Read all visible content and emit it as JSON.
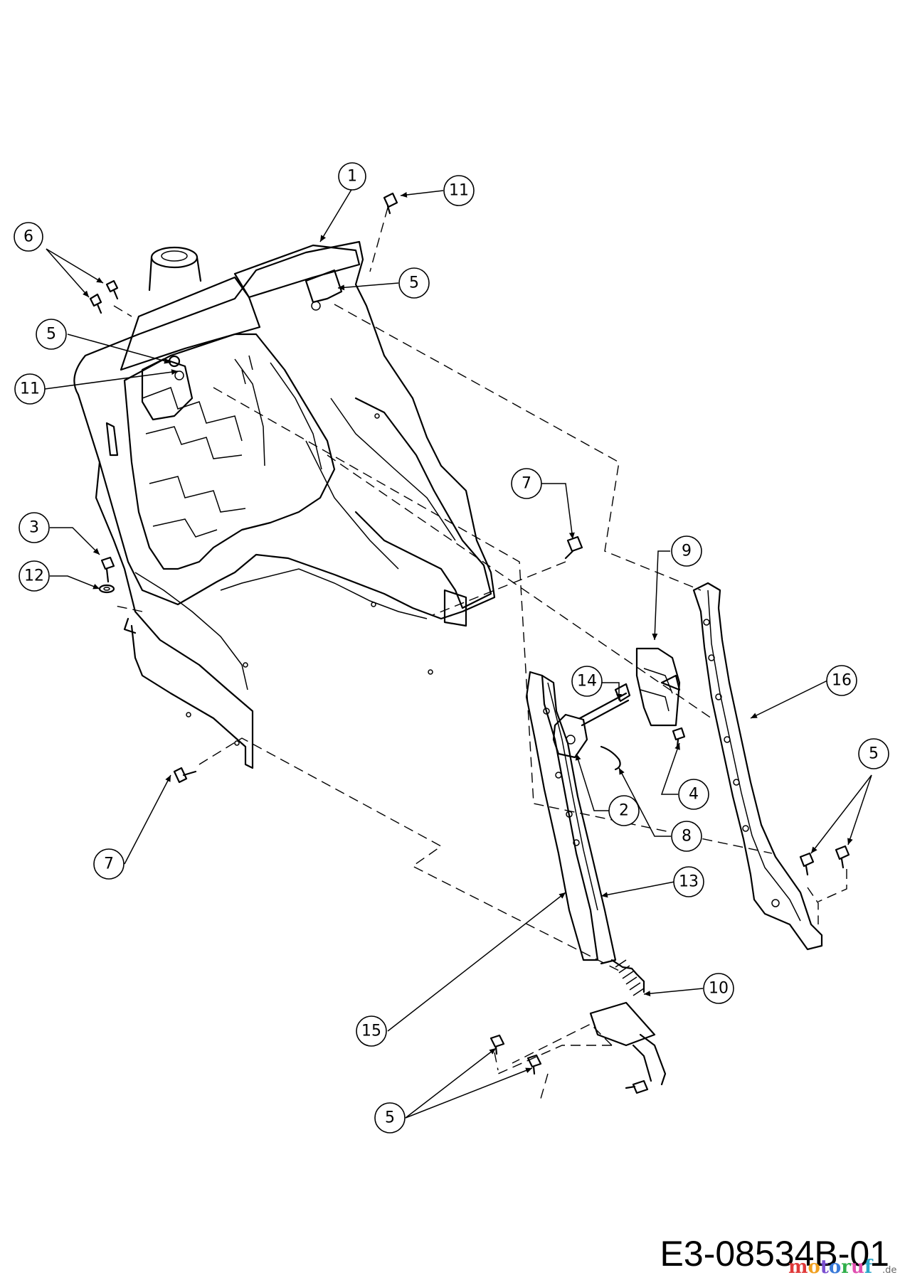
{
  "diagram": {
    "callouts": [
      "1",
      "11",
      "6",
      "5",
      "5",
      "11",
      "3",
      "12",
      "7",
      "7",
      "9",
      "14",
      "16",
      "5",
      "4",
      "2",
      "8",
      "13",
      "10",
      "15",
      "5"
    ],
    "drawing_ref": "E3-08534B-01",
    "watermark": {
      "brand": "motoruf",
      "suffix": ".de"
    }
  }
}
